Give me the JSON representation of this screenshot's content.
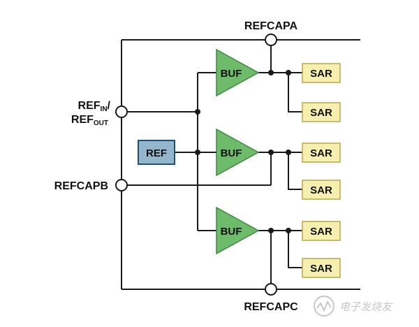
{
  "pins": {
    "refcapa": "REFCAPA",
    "refcapb": "REFCAPB",
    "refcapc": "REFCAPC",
    "ref_in_main": "REF",
    "ref_in_sub": "IN",
    "ref_in_slash": "/",
    "ref_out_main": "REF",
    "ref_out_sub": "OUT"
  },
  "blocks": {
    "ref": "REF",
    "buffers": [
      "BUF",
      "BUF",
      "BUF"
    ],
    "sars": [
      "SAR",
      "SAR",
      "SAR",
      "SAR",
      "SAR",
      "SAR"
    ]
  },
  "colors": {
    "line": "#1a1a1a",
    "buffer_fill": "#6dbb6b",
    "buffer_stroke": "#3f8a3f",
    "sar_fill": "#f6efb0",
    "sar_stroke": "#b8a94a",
    "ref_fill": "#93b6cc",
    "ref_stroke": "#1d4f78"
  },
  "watermark": {
    "icon": "signal-wave-logo-icon",
    "text": "电子发烧友"
  }
}
